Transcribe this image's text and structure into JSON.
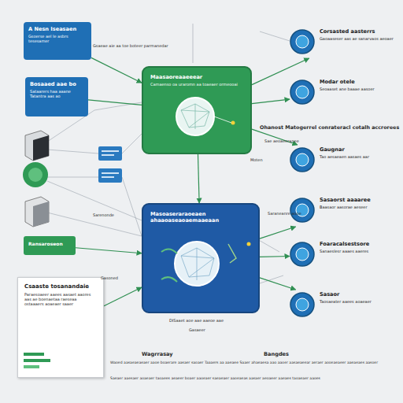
{
  "diagram": {
    "nodes": [
      {
        "text": [
          "A Nesn Iseasaen",
          "Gsoerse ael le asbrs tesesamer"
        ]
      },
      {
        "text": [
          "Bosaaed aae bo",
          "Sataarers haa aaane Tatantra aas ao"
        ]
      },
      {
        "text": [
          "Maasaoreaaeeear",
          "Camaenso oa uraromn aa toaeaer ormeooai"
        ]
      },
      {
        "text": [
          "Masoaseraraoeaen ahaaoaseaoaemaaeaan"
        ]
      },
      {
        "text": [
          "Corsasted aasterrs",
          "Gaoaaseser aas ae sanarvaos aeoaer"
        ]
      },
      {
        "text": [
          "Modar otele",
          "Seoaaset ane baaae aasoer"
        ]
      },
      {
        "text": [
          "Gaugnar",
          "Tao aesaeaen aasaes aar"
        ]
      },
      {
        "text": [
          "Sasaorst aaaaree",
          "Baasaor aasorae aeseer"
        ]
      },
      {
        "text": [
          "Foaracalsestsore",
          "Sanaeslesr aaaes aaeres"
        ]
      },
      {
        "text": [
          "Sasaor",
          "Taosaeater aaees aoaeaer"
        ]
      },
      {
        "text": [
          "Ransaroseon"
        ]
      },
      {
        "text": [
          "Csaaste tosanandaie",
          "Paraesoaeer aaees aasaet aaores aas ae boenaetaa raeseaa ostaaaers aoaeaer saaer"
        ]
      }
    ],
    "edges": [
      {
        "from": 0,
        "to": 2,
        "arrow": "to"
      },
      {
        "from": 1,
        "to": 2,
        "arrow": "none"
      },
      {
        "from": 2,
        "to": 3,
        "arrow": "to"
      },
      {
        "from": 2,
        "to": 4,
        "arrow": "to"
      },
      {
        "from": 2,
        "to": 5,
        "arrow": "to"
      },
      {
        "from": 2,
        "to": 6,
        "arrow": "to"
      },
      {
        "from": 3,
        "to": 7,
        "arrow": "to"
      },
      {
        "from": 3,
        "to": 8,
        "arrow": "to"
      },
      {
        "from": 3,
        "to": 9,
        "arrow": "to"
      },
      {
        "from": 10,
        "to": 3,
        "arrow": "to"
      },
      {
        "from": 11,
        "to": 3,
        "arrow": "to"
      }
    ],
    "labels": [
      "Gsaeae aie aa toe boteer parmanedar",
      "Ohanost Matogerrel conrateracl cotalh accrorees",
      "Sae aeoaeeranee",
      "Moten",
      "Sarenonde",
      "Gasoned",
      "Saraneanre aooe",
      "DISaaet aoe aae aaeoe aae",
      "Gasaeer",
      "Wagrrasay",
      "Bangdes",
      "Waoed aasaeaeaeaer aaoe boaerare aasaer saoaer Taaaers aa aaeaee Saaer ahaeaesa aao aaoer aasaeaeear aeraer aooeaeaeer aaeaeaes aasoer",
      "Saeaer aaesaer aoaeaer taoaees aeaeer boaer aaoeaer saeaeaer aaoeaeas aasaer aeoaeer aaeaes taoaeaer aaoes"
    ]
  }
}
